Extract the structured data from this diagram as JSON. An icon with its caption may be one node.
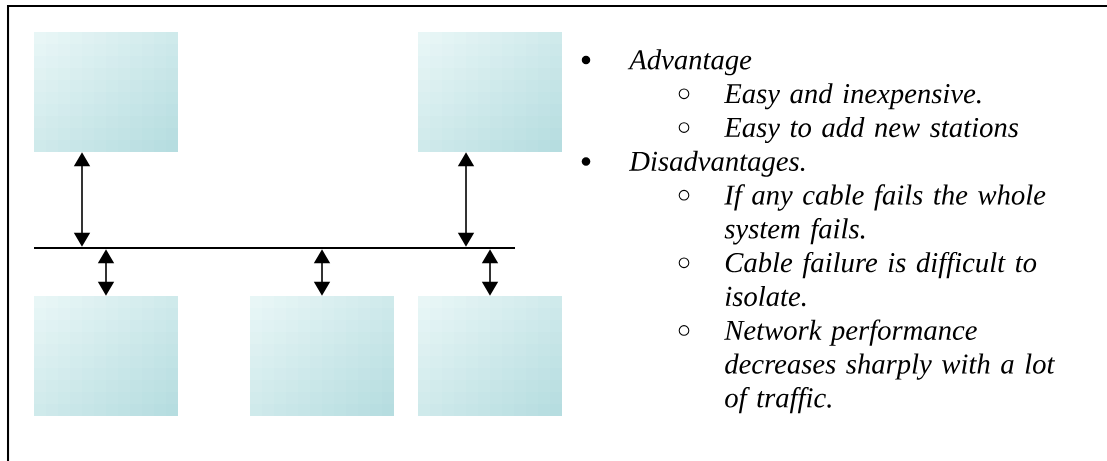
{
  "diagram": {
    "nodes": [
      {
        "text": [],
        "shape": "box"
      },
      {
        "text": [],
        "shape": "box"
      },
      {
        "text": [],
        "shape": "line"
      },
      {
        "text": [],
        "shape": "box"
      },
      {
        "text": [],
        "shape": "box"
      },
      {
        "text": [],
        "shape": "box"
      }
    ],
    "edges": [
      {
        "from": 0,
        "to": 2,
        "arrow": "both"
      },
      {
        "from": 1,
        "to": 2,
        "arrow": "both"
      },
      {
        "from": 2,
        "to": 3,
        "arrow": "both"
      },
      {
        "from": 2,
        "to": 4,
        "arrow": "both"
      },
      {
        "from": 2,
        "to": 5,
        "arrow": "both"
      }
    ],
    "labels": [
      "Advantage",
      "Easy and inexpensive.",
      "Easy to add new stations",
      "Disadvantages.",
      "If any cable fails the whole system fails.",
      "Cable failure is difficult to isolate.",
      "Network performance decreases sharply with a lot of traffic."
    ]
  }
}
